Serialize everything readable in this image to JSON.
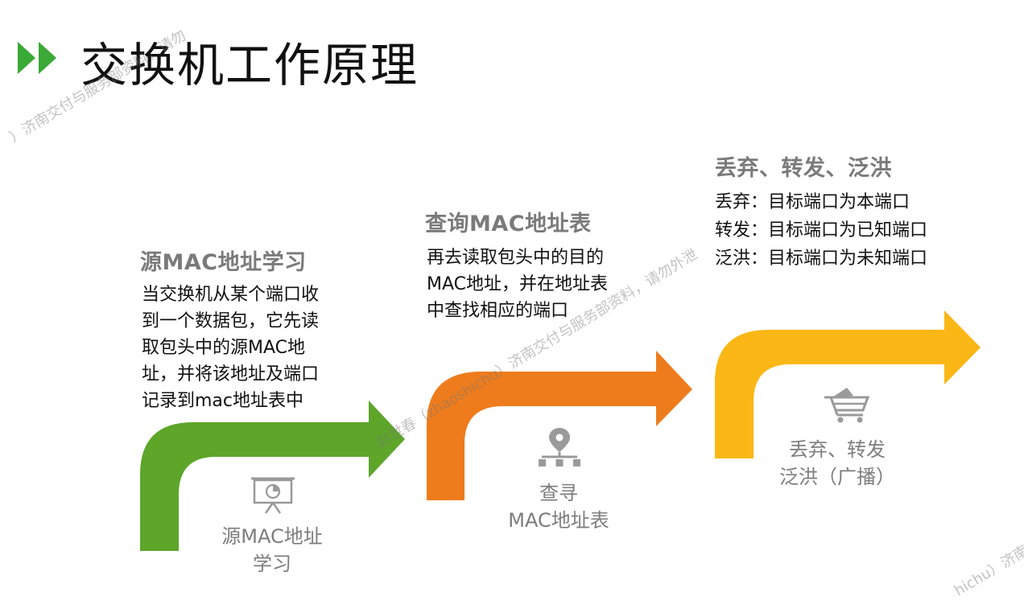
{
  "title": "交换机工作原理",
  "colors": {
    "green": "#5da62a",
    "orange": "#ee7c1c",
    "yellow": "#fbb716",
    "heading": "#7a7a7a",
    "caption": "#7d7d7d"
  },
  "steps": [
    {
      "heading": "源MAC地址学习",
      "lines": [
        "当交换机从某个端口收",
        "到一个数据包，它先读",
        "取包头中的源MAC地",
        "址，并将该地址及端口",
        "记录到mac地址表中"
      ],
      "icon": "presentation-board-icon",
      "caption": [
        "源MAC地址",
        "学习"
      ]
    },
    {
      "heading": "查询MAC地址表",
      "lines": [
        "再去读取包头中的目的",
        "MAC地址，并在地址表",
        "中查找相应的端口"
      ],
      "icon": "location-network-icon",
      "caption": [
        "查寻",
        "MAC地址表"
      ]
    },
    {
      "heading": "丢弃、转发、泛洪",
      "lines": [
        "丢弃：目标端口为本端口",
        "转发：目标端口为已知端口",
        "泛洪：目标端口为未知端口"
      ],
      "icon": "cart-icon",
      "caption": [
        "丢弃、转发",
        "泛洪（广播）"
      ]
    }
  ],
  "watermarks": [
    "）济南交付与服务部资料，请勿",
    "赵世春（zhaoshichu）济南交付与服务部资料，请勿外泄",
    "hichu）济南"
  ]
}
